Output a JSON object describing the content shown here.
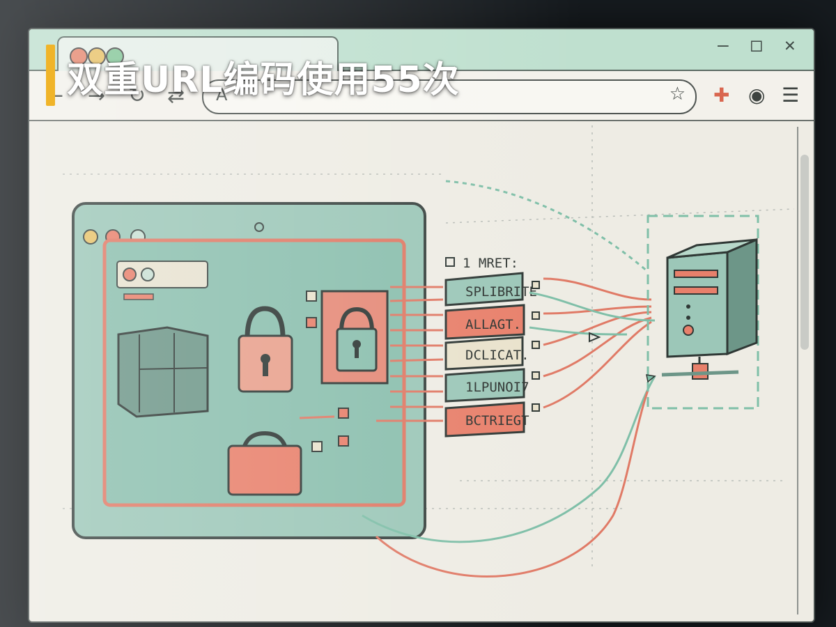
{
  "caption": {
    "text": "双重URL编码使用55次",
    "accent_color": "#f0b429"
  },
  "browser": {
    "window_controls": {
      "minimize": "–",
      "maximize": "□",
      "close": "✕"
    },
    "toolbar": {
      "back_icon": "←",
      "forward_icon": "→",
      "reload_icon": "↻",
      "extension_icon": "⇄",
      "address_text": "A",
      "bookmark_icon": "☆",
      "puzzle_icon": "✚",
      "profile_icon": "◉",
      "menu_icon": "☰"
    },
    "colors": {
      "titlebar": "#bfe0cf",
      "teal": "#8cc2b0",
      "salmon": "#e8806b",
      "cream": "#e9e2cc"
    }
  },
  "illustration": {
    "token_header": "1 MRET:",
    "tokens": [
      {
        "label": "SPLIBRITE",
        "color": "teal"
      },
      {
        "label": "ALLAGT.",
        "color": "salmon"
      },
      {
        "label": "DCLICAT.",
        "color": "cream"
      },
      {
        "label": "1LPUNOI7",
        "color": "teal"
      },
      {
        "label": "BCTRIEGT",
        "color": "salmon"
      }
    ]
  }
}
